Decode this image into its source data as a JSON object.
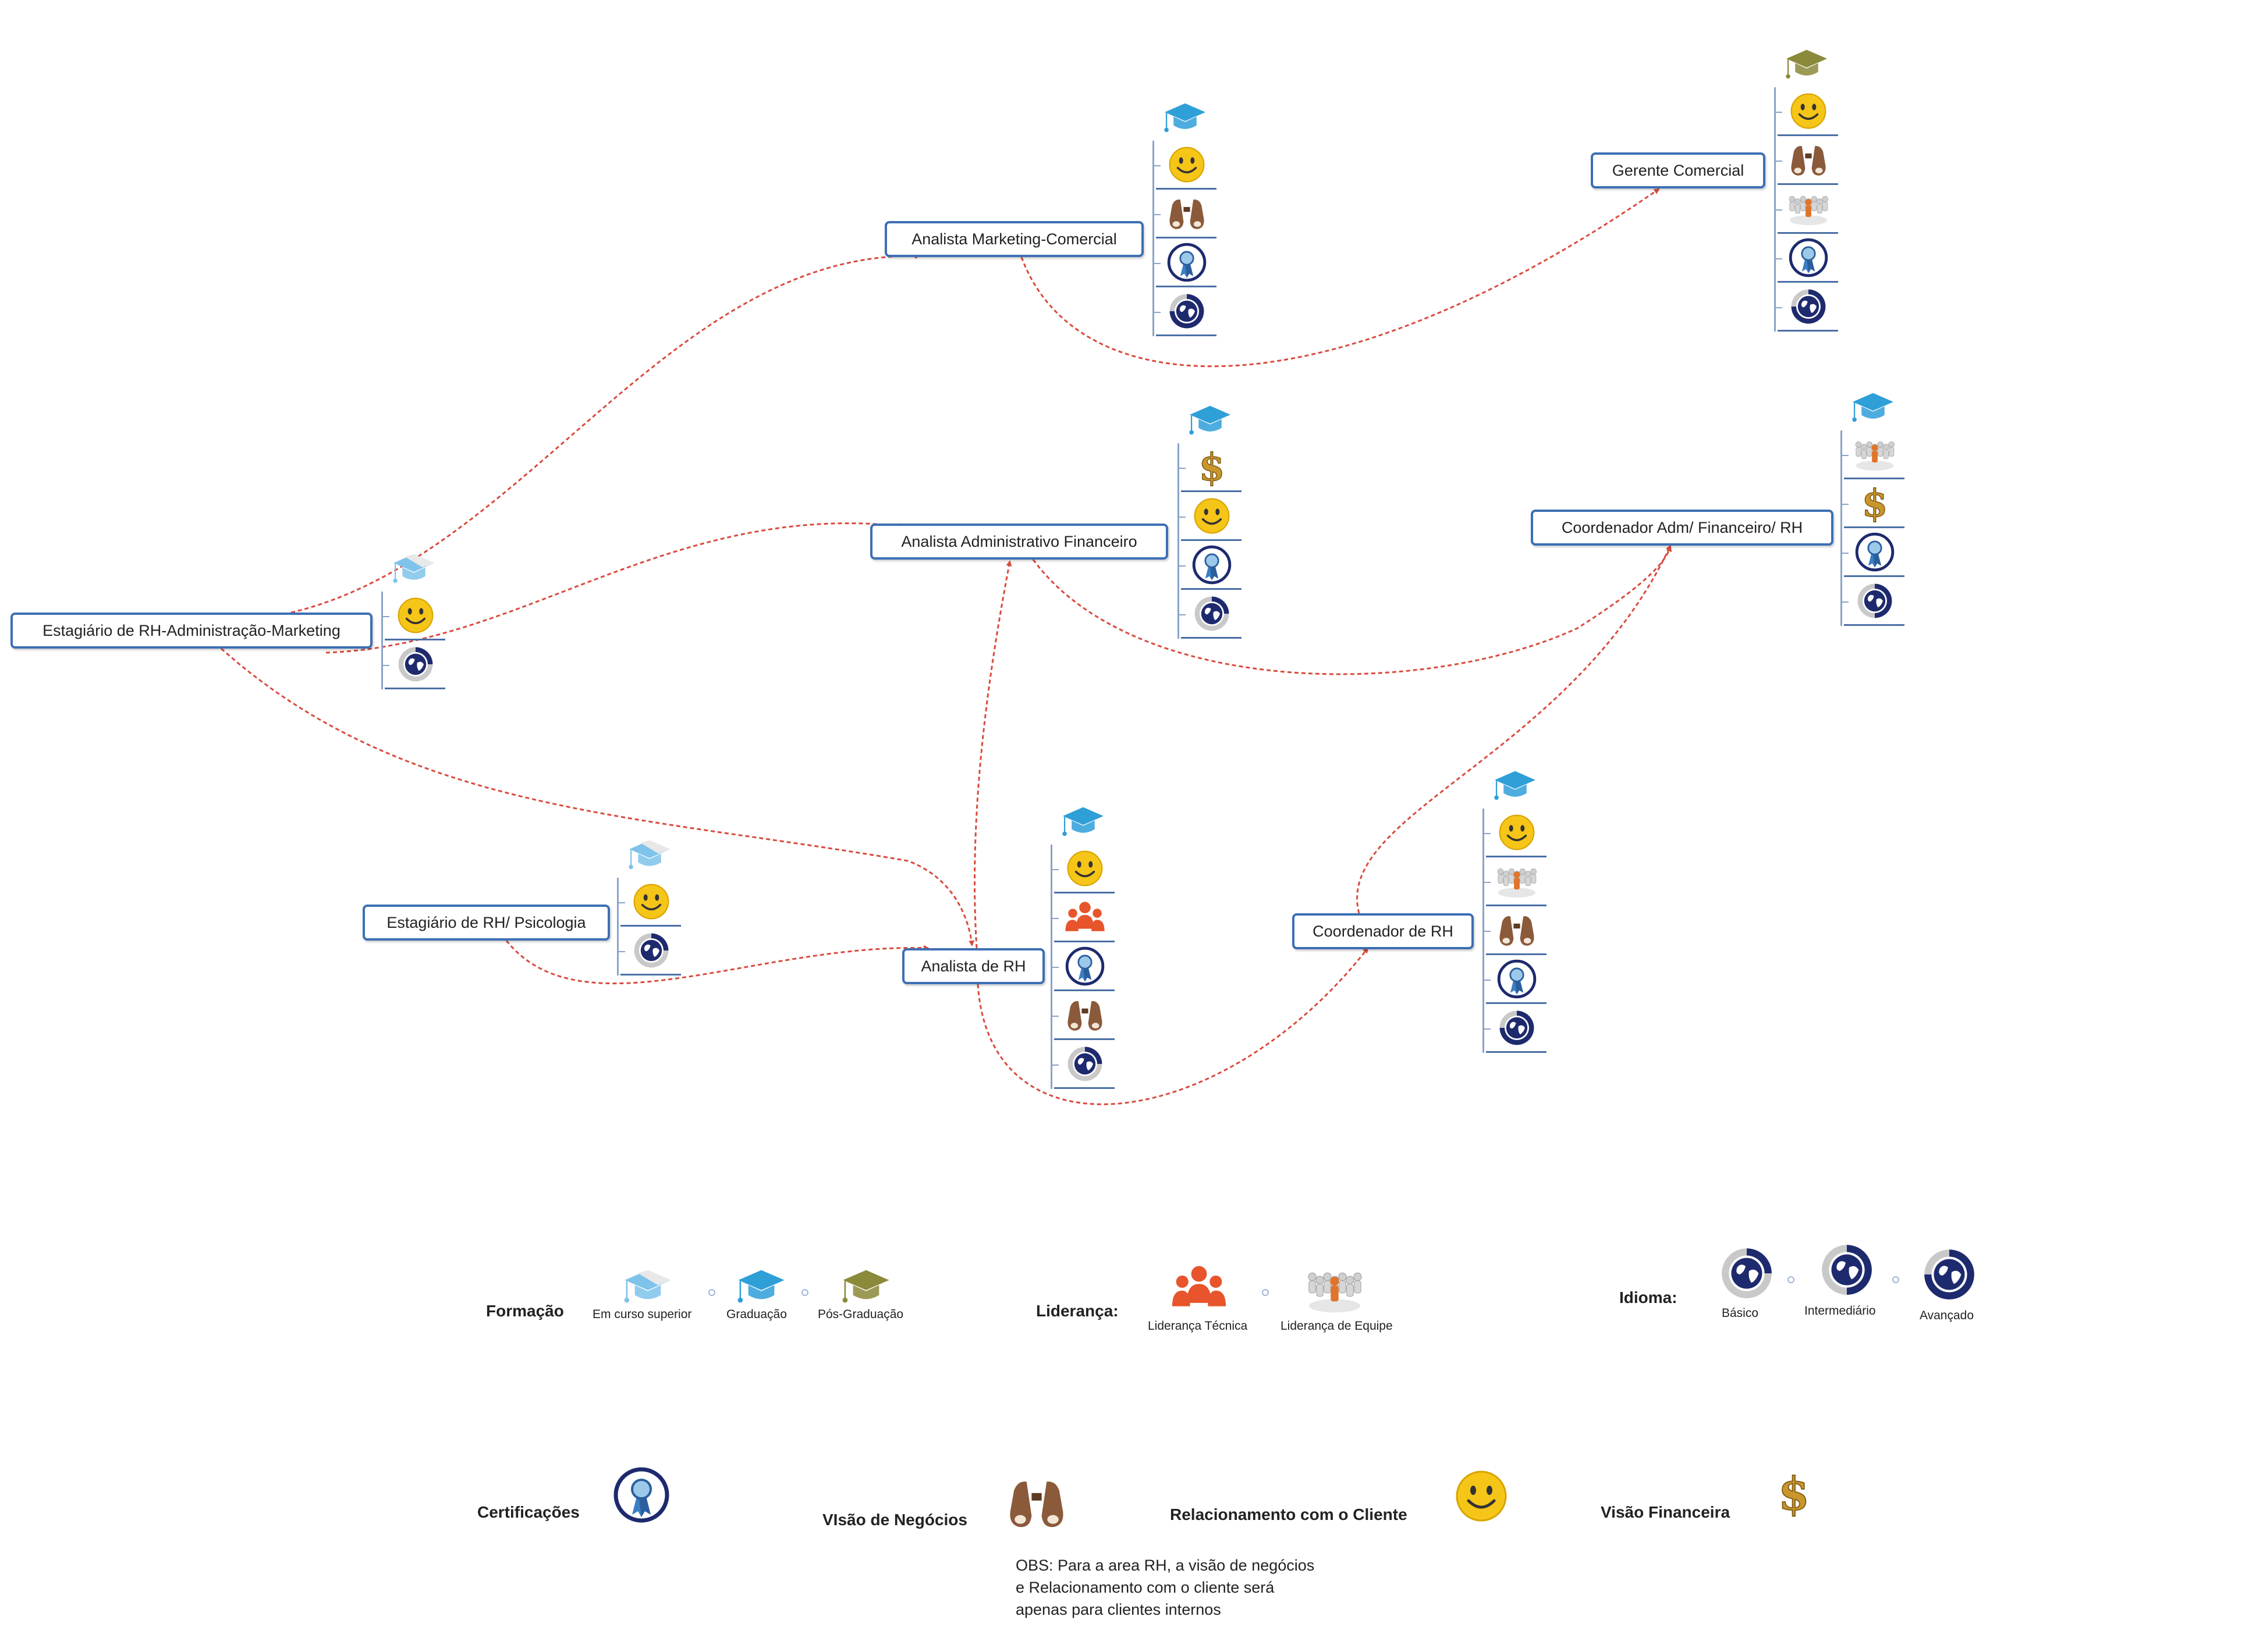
{
  "nodes": [
    {
      "id": "estagiario-rh-adm",
      "label": "Estagiário de RH-Administração-Marketing",
      "icons": [
        "cap-light",
        "smile",
        "globe-basic"
      ]
    },
    {
      "id": "analista-mkt",
      "label": "Analista Marketing-Comercial",
      "icons": [
        "cap-blue",
        "smile",
        "binoculars",
        "ribbon",
        "globe-advanced"
      ]
    },
    {
      "id": "gerente-comercial",
      "label": "Gerente Comercial",
      "icons": [
        "cap-olive",
        "smile",
        "binoculars",
        "team",
        "ribbon",
        "globe-advanced"
      ]
    },
    {
      "id": "analista-adm",
      "label": "Analista Administrativo Financeiro",
      "icons": [
        "cap-blue",
        "dollar",
        "smile",
        "ribbon",
        "globe-basic"
      ]
    },
    {
      "id": "coord-adm",
      "label": "Coordenador Adm/ Financeiro/ RH",
      "icons": [
        "cap-blue",
        "team",
        "dollar",
        "ribbon",
        "globe-intermediate"
      ]
    },
    {
      "id": "estagiario-psi",
      "label": "Estagiário de RH/ Psicologia",
      "icons": [
        "cap-light",
        "smile",
        "globe-basic"
      ]
    },
    {
      "id": "analista-rh",
      "label": "Analista de RH",
      "icons": [
        "cap-blue",
        "smile",
        "people",
        "ribbon",
        "binoculars",
        "globe-basic"
      ]
    },
    {
      "id": "coord-rh",
      "label": "Coordenador de RH",
      "icons": [
        "cap-blue",
        "smile",
        "team",
        "binoculars",
        "ribbon",
        "globe-advanced"
      ]
    }
  ],
  "connections": [
    {
      "from": "estagiario-rh-adm",
      "to": "analista-mkt"
    },
    {
      "from": "estagiario-rh-adm",
      "to": "analista-adm"
    },
    {
      "from": "estagiario-rh-adm",
      "to": "analista-rh"
    },
    {
      "from": "analista-mkt",
      "to": "gerente-comercial"
    },
    {
      "from": "analista-adm",
      "to": "coord-adm"
    },
    {
      "from": "estagiario-psi",
      "to": "analista-rh"
    },
    {
      "from": "analista-rh",
      "to": "analista-adm"
    },
    {
      "from": "analista-rh",
      "to": "coord-rh"
    },
    {
      "from": "coord-rh",
      "to": "coord-adm"
    }
  ],
  "legend": {
    "formacao": {
      "title": "Formação",
      "items": [
        {
          "icon": "cap-light",
          "label": "Em curso superior"
        },
        {
          "icon": "cap-blue",
          "label": "Graduação"
        },
        {
          "icon": "cap-olive",
          "label": "Pós-Graduação"
        }
      ]
    },
    "lideranca": {
      "title": "Liderança:",
      "items": [
        {
          "icon": "people",
          "label": "Liderança Técnica"
        },
        {
          "icon": "team",
          "label": "Liderança  de Equipe"
        }
      ]
    },
    "idioma": {
      "title": "Idioma:",
      "items": [
        {
          "icon": "globe-basic",
          "label": "Básico"
        },
        {
          "icon": "globe-intermediate",
          "label": "Intermediário"
        },
        {
          "icon": "globe-advanced",
          "label": "Avançado"
        }
      ]
    },
    "certificacoes": {
      "title": "Certificações",
      "icon": "ribbon"
    },
    "visao_negocios": {
      "title": "VIsão de Negócios",
      "icon": "binoculars"
    },
    "relacionamento": {
      "title": "Relacionamento com o Cliente",
      "icon": "smile"
    },
    "visao_financeira": {
      "title": "Visão Financeira",
      "icon": "dollar"
    },
    "obs": "OBS: Para a area RH, a visão de negócios e Relacionamento com o cliente será apenas para clientes internos"
  },
  "colors": {
    "node_border": "#3d6fb4",
    "connector": "#d94a3d",
    "cap_blue": "#2f9fd8",
    "cap_olive": "#8a8a3a",
    "smile": "#f5c518",
    "people": "#e8542b",
    "binoculars": "#8a5a3a",
    "navy": "#1e2a6e",
    "dollar": "#c8962a"
  }
}
